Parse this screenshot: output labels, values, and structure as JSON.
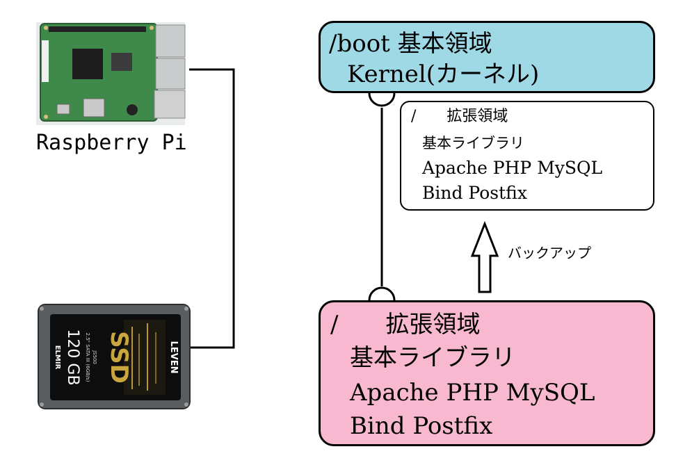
{
  "raspberry_pi": {
    "caption": "Raspberry Pi"
  },
  "ssd": {
    "brand": "LEVEN",
    "model_mark": "SSD",
    "capacity_text": "120 GB",
    "spec_text": "2.5\" SATA III (6GB/s)",
    "series_text": "JS500",
    "side_brand": "ELMIR"
  },
  "boot_partition": {
    "title": "/boot 基本領域",
    "content": "Kernel(カーネル)",
    "color": "#9fd9e6"
  },
  "backup_partition": {
    "title": "/　　拡張領域",
    "lines": [
      "基本ライブラリ",
      "Apache PHP MySQL",
      "Bind Postfix"
    ]
  },
  "root_partition": {
    "title": "/　　拡張領域",
    "lines": [
      "基本ライブラリ",
      "Apache PHP MySQL",
      "Bind Postfix"
    ],
    "color": "#f7b8d0"
  },
  "arrow_label": "バックアップ"
}
